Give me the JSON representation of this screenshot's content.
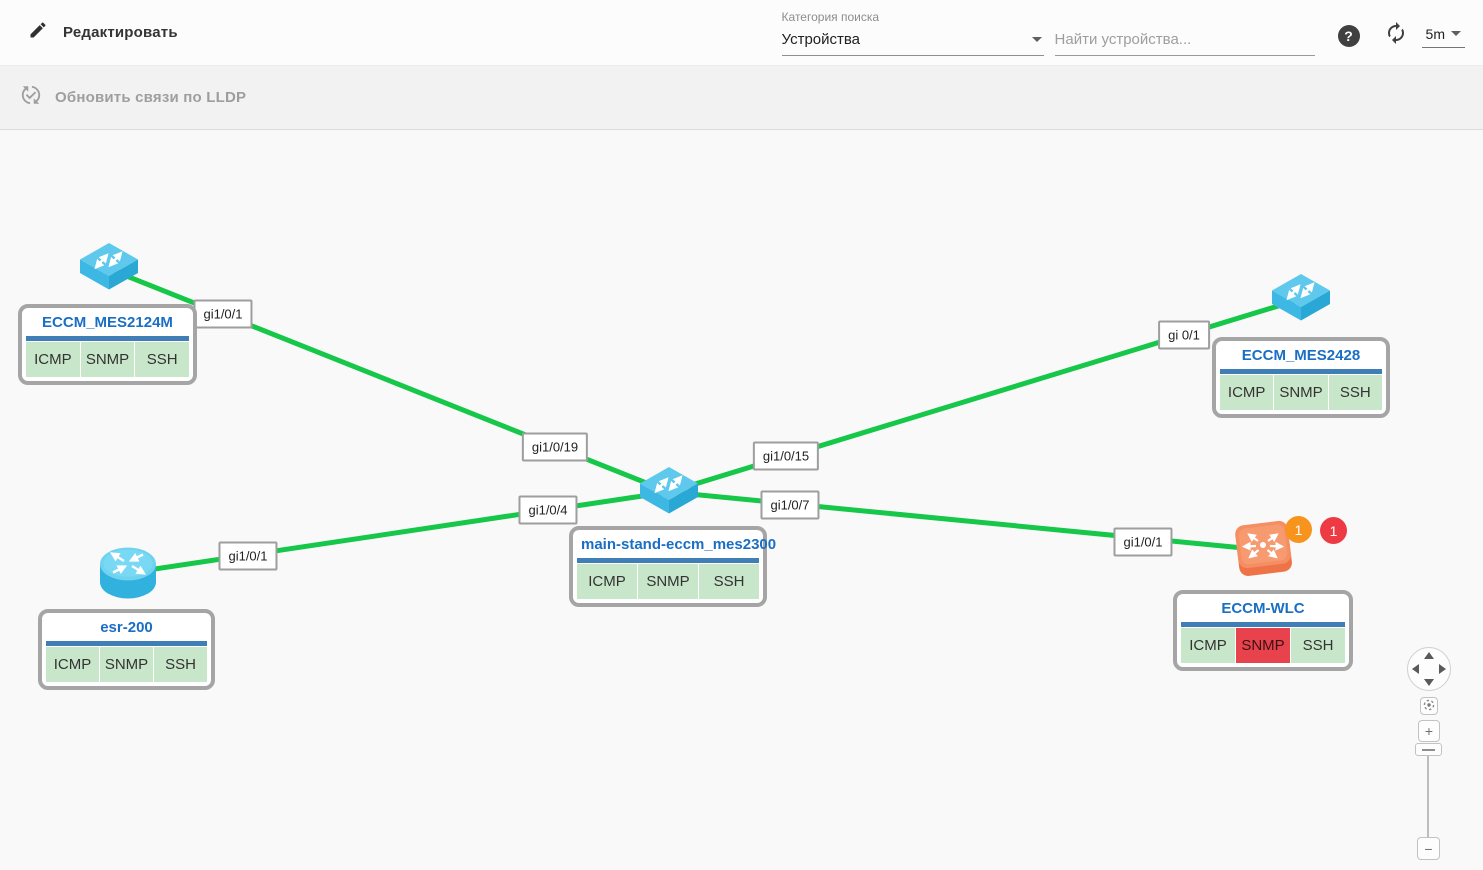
{
  "header": {
    "edit_label": "Редактировать",
    "category_label": "Категория поиска",
    "category_value": "Устройства",
    "search_placeholder": "Найти устройства...",
    "help_glyph": "?",
    "interval_value": "5m"
  },
  "lldp": {
    "label": "Обновить связи по LLDP"
  },
  "nodes": [
    {
      "name": "ECCM_MES2124M",
      "type": "switch",
      "checks": [
        {
          "label": "ICMP",
          "status": "ok"
        },
        {
          "label": "SNMP",
          "status": "ok"
        },
        {
          "label": "SSH",
          "status": "ok"
        }
      ]
    },
    {
      "name": "ECCM_MES2428",
      "type": "switch",
      "checks": [
        {
          "label": "ICMP",
          "status": "ok"
        },
        {
          "label": "SNMP",
          "status": "ok"
        },
        {
          "label": "SSH",
          "status": "ok"
        }
      ]
    },
    {
      "name": "main-stand-eccm_mes2300",
      "type": "switch",
      "checks": [
        {
          "label": "ICMP",
          "status": "ok"
        },
        {
          "label": "SNMP",
          "status": "ok"
        },
        {
          "label": "SSH",
          "status": "ok"
        }
      ]
    },
    {
      "name": "esr-200",
      "type": "router",
      "checks": [
        {
          "label": "ICMP",
          "status": "ok"
        },
        {
          "label": "SNMP",
          "status": "ok"
        },
        {
          "label": "SSH",
          "status": "ok"
        }
      ]
    },
    {
      "name": "ECCM-WLC",
      "type": "wlc",
      "checks": [
        {
          "label": "ICMP",
          "status": "ok"
        },
        {
          "label": "SNMP",
          "status": "error"
        },
        {
          "label": "SSH",
          "status": "ok"
        }
      ],
      "badges": [
        {
          "value": "1",
          "severity": "warning"
        },
        {
          "value": "1",
          "severity": "critical"
        }
      ]
    }
  ],
  "edges": [
    {
      "from": "ECCM_MES2124M",
      "to": "main-stand-eccm_mes2300",
      "from_port": "gi1/0/1",
      "to_port": "gi1/0/19"
    },
    {
      "from": "esr-200",
      "to": "main-stand-eccm_mes2300",
      "from_port": "gi1/0/1",
      "to_port": "gi1/0/4"
    },
    {
      "from": "main-stand-eccm_mes2300",
      "to": "ECCM_MES2428",
      "from_port": "gi1/0/15",
      "to_port": "gi 0/1"
    },
    {
      "from": "main-stand-eccm_mes2300",
      "to": "ECCM-WLC",
      "from_port": "gi1/0/7",
      "to_port": "gi1/0/1"
    }
  ],
  "nav": {
    "zoom_in": "+",
    "zoom_out": "−"
  },
  "colors": {
    "link_green": "#16c74a",
    "status_ok_bg": "#c8e6c9",
    "status_error_bg": "#e8434c",
    "badge_warning": "#f7941e",
    "badge_critical": "#ee3b43",
    "node_title_blue": "#1a6fc4",
    "title_bar_blue": "#3f7fb5"
  }
}
